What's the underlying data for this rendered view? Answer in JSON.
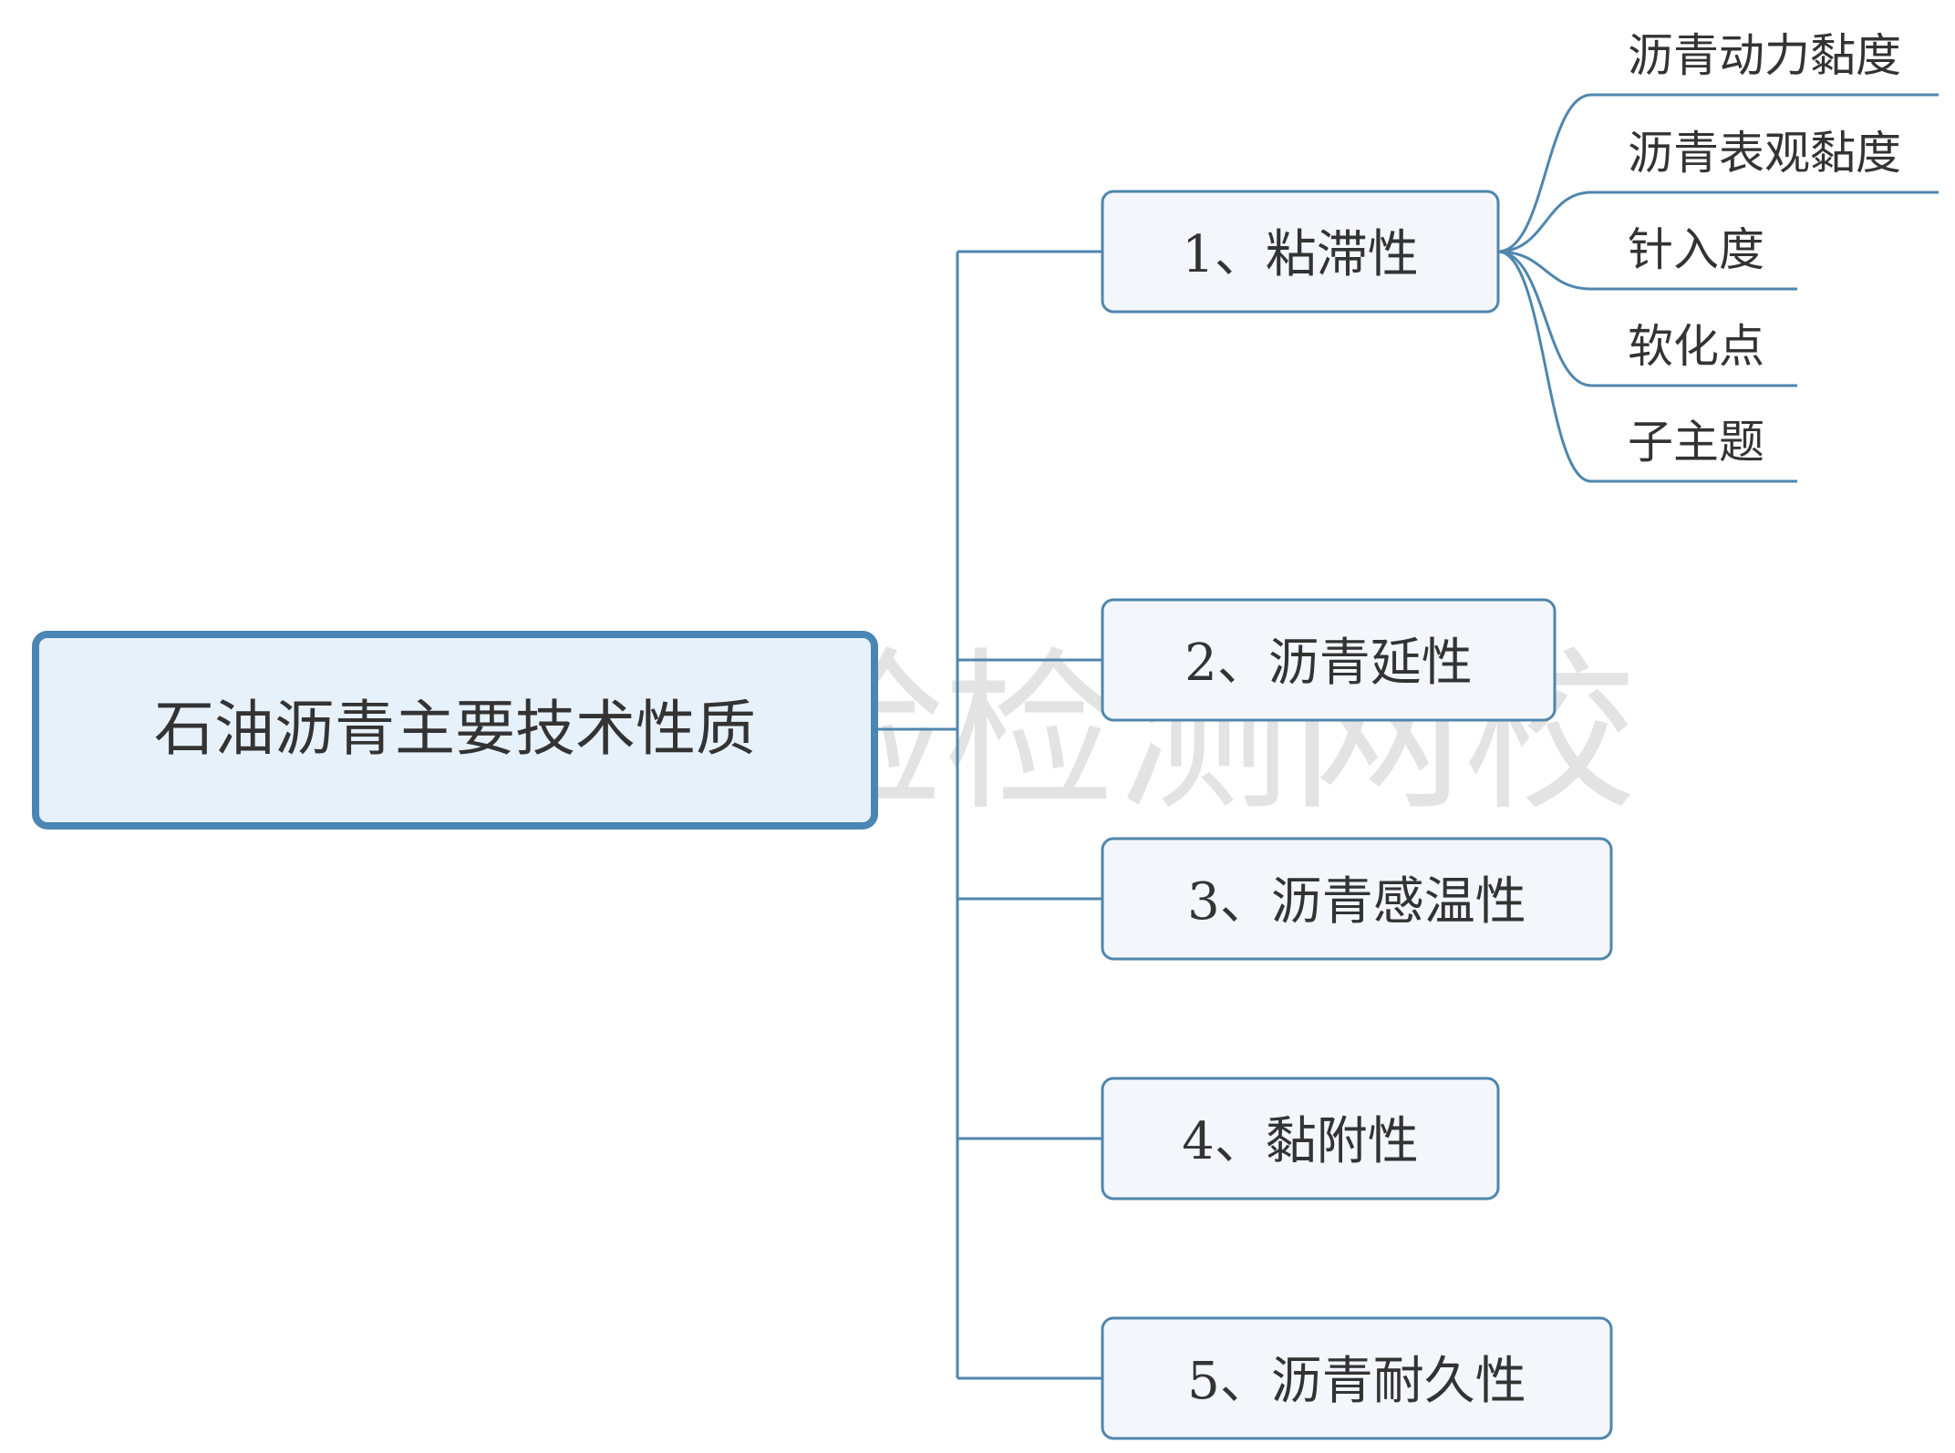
{
  "watermark": "验检测网校",
  "colors": {
    "line": "#4f86ad",
    "root_border": "#4a86b4",
    "root_fill": "#e7f1fa",
    "branch_border": "#4f86ad",
    "branch_fill": "#f3f7fb",
    "text": "#333333",
    "watermark": "#e3e3e3"
  },
  "root": {
    "label": "石油沥青主要技术性质"
  },
  "branches": [
    {
      "label": "1、粘滞性",
      "children": [
        "沥青动力黏度",
        "沥青表观黏度",
        "针入度",
        "软化点",
        "子主题"
      ]
    },
    {
      "label": "2、沥青延性",
      "children": []
    },
    {
      "label": "3、沥青感温性",
      "children": []
    },
    {
      "label": "4、黏附性",
      "children": []
    },
    {
      "label": "5、沥青耐久性",
      "children": []
    }
  ]
}
